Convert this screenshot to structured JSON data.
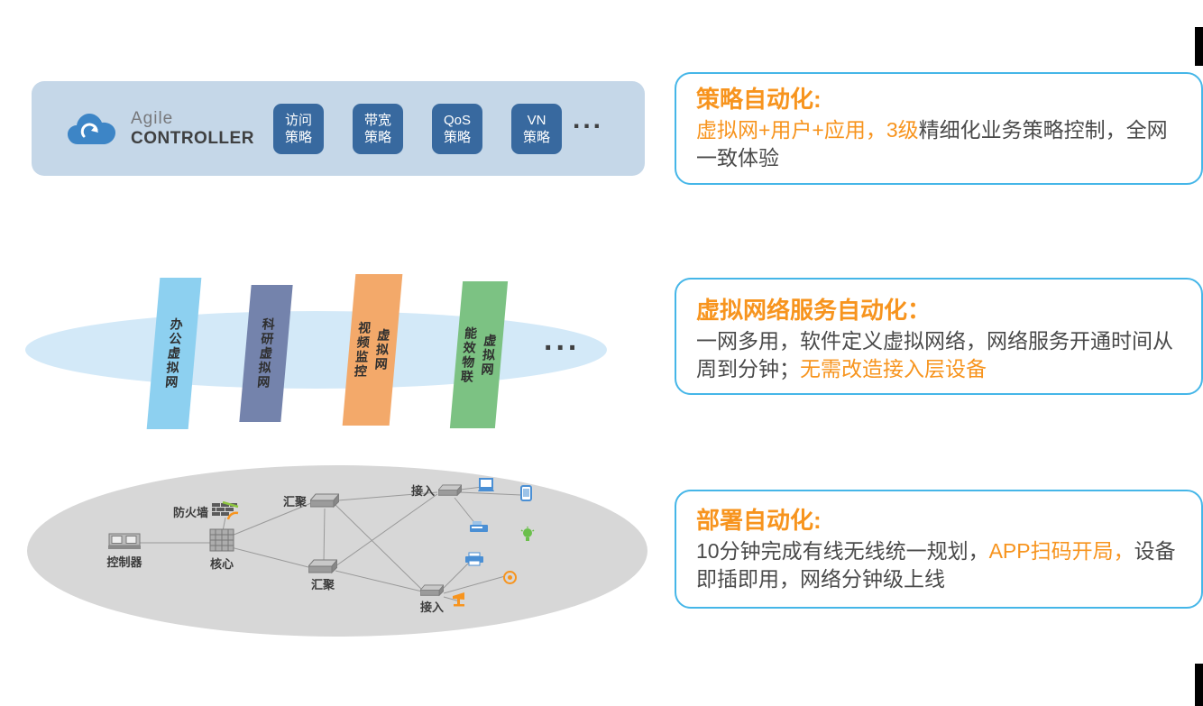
{
  "colors": {
    "accent_orange": "#f7941e",
    "card_border": "#45b6e8",
    "body_text": "#4a4a4a",
    "panel_blue": "#c5d7e8",
    "chip_blue": "#38699f",
    "vn_ellipse_blue": "#d3e9f8",
    "topology_gray": "#d7d7d7",
    "bar_office_blue": "#8dd0f0",
    "bar_research_slate": "#7483ac",
    "bar_video_orange": "#f3a96a",
    "bar_energy_green": "#7cc283"
  },
  "controller_panel": {
    "brand_top": "Agile",
    "brand_bottom": "CONTROLLER",
    "chips": [
      {
        "line1": "访问",
        "line2": "策略"
      },
      {
        "line1": "带宽",
        "line2": "策略"
      },
      {
        "line1": "QoS",
        "line2": "策略"
      },
      {
        "line1": "VN",
        "line2": "策略"
      }
    ],
    "ellipsis": "..."
  },
  "vn_layer": {
    "bars": [
      {
        "col1": "办公虚拟网"
      },
      {
        "col1": "科研虚拟网"
      },
      {
        "col1": "视频监控",
        "col2": "虚拟网"
      },
      {
        "col1": "能效物联",
        "col2": "虚拟网"
      }
    ],
    "ellipsis": "..."
  },
  "topology": {
    "labels": {
      "firewall": "防火墙",
      "controller": "控制器",
      "core": "核心",
      "agg_top": "汇聚",
      "agg_bottom": "汇聚",
      "access_top": "接入",
      "access_bottom": "接入"
    }
  },
  "cards": [
    {
      "title": "策略自动化:",
      "seg1": "虚拟网+用户+应用，3级",
      "seg2": "精细化业务策略控制，全网一致体验"
    },
    {
      "title": "虚拟网络服务自动化：",
      "seg1": "一网多用，软件定义虚拟网络，网络服务开通时间从周到分钟；",
      "seg2": "无需改造接入层设备"
    },
    {
      "title": "部署自动化:",
      "seg1": "10分钟完成有线无线统一规划，",
      "seg2": "APP扫码开局，",
      "seg3": "设备即插即用，网络分钟级上线"
    }
  ]
}
